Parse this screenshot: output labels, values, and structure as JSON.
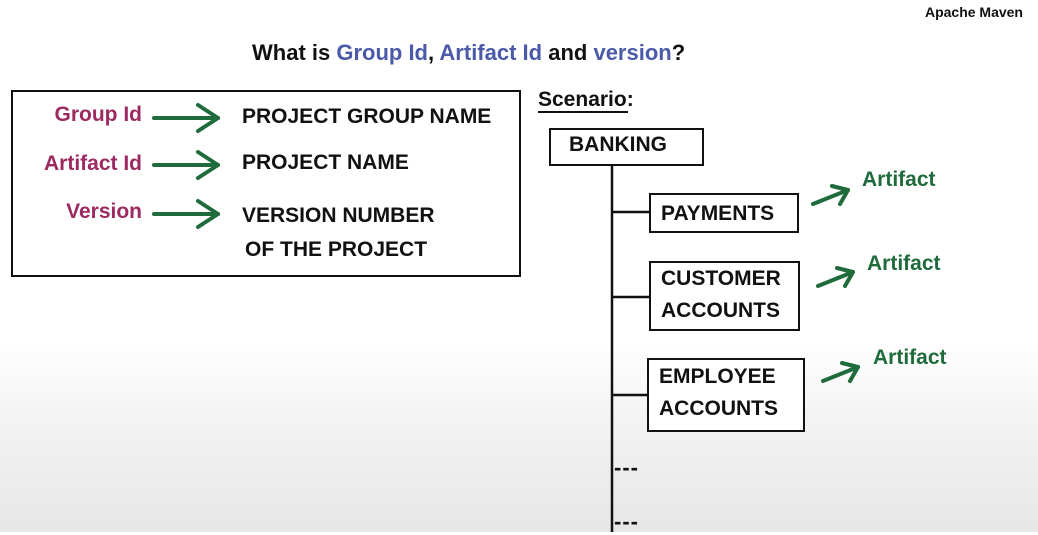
{
  "brand": "Apache Maven",
  "title": {
    "prefix": "What is ",
    "group_id": "Group Id",
    "comma": ", ",
    "artifact_id": "Artifact Id",
    "and": " and ",
    "version": "version",
    "suffix": "?"
  },
  "definitions": [
    {
      "label": "Group Id",
      "value_line1": "PROJECT GROUP NAME",
      "value_line2": ""
    },
    {
      "label": "Artifact Id",
      "value_line1": "PROJECT NAME",
      "value_line2": ""
    },
    {
      "label": "Version",
      "value_line1": "VERSION NUMBER",
      "value_line2": "OF THE PROJECT"
    }
  ],
  "scenario": {
    "heading": "Scenario:",
    "root": "BANKING",
    "children": [
      {
        "line1": "PAYMENTS",
        "line2": "",
        "tag": "Artifact"
      },
      {
        "line1": "CUSTOMER",
        "line2": "ACCOUNTS",
        "tag": "Artifact"
      },
      {
        "line1": "EMPLOYEE",
        "line2": "ACCOUNTS",
        "tag": "Artifact"
      }
    ],
    "ellipsis": [
      "---",
      "---"
    ]
  },
  "colors": {
    "label_color": "#9c2a60",
    "highlight_blue": "#4a5aa8",
    "arrow_green": "#1f6b3b"
  }
}
